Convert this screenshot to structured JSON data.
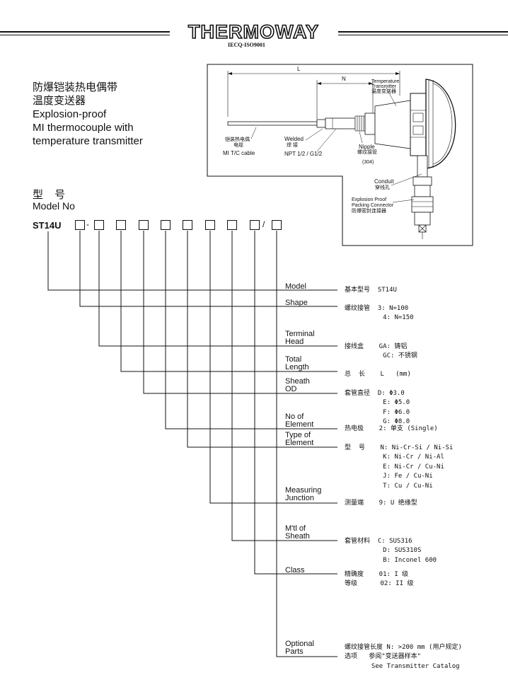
{
  "header": {
    "logo": "THERMOWAY",
    "cert": "IECQ-ISO9001"
  },
  "title": {
    "cn_line1": "防爆铠装热电偶带",
    "cn_line2": "温度变送器",
    "en_line1": "Explosion-proof",
    "en_line2": "MI thermocouple with",
    "en_line3": "temperature transmitter"
  },
  "diagram": {
    "dim_L": "L",
    "dim_N": "N",
    "transmitter_en1": "Temperature",
    "transmitter_en2": "Transmitter",
    "transmitter_cn": "温度变送器",
    "cable_cn1": "铠装热电偶",
    "cable_cn2": "电缆",
    "cable_en": "MI T/C cable",
    "welded_en": "Welded",
    "welded_cn": "焊 接",
    "thread_en": "NPT 1/2 / G1/2",
    "nipple_en": "Nipple",
    "nipple_cn": "螺纹接管",
    "nipple_mat": "(304)",
    "conduit_en": "Conduit",
    "conduit_cn": "穿线孔",
    "connector_en1": "Explosion Proof",
    "connector_en2": "Packing Connector",
    "connector_cn": "防爆密封连接器"
  },
  "model": {
    "title_cn": "型 号",
    "title_en": "Model No",
    "code": "ST14U",
    "sep_dash": "-",
    "sep_slash": "/"
  },
  "rows": [
    {
      "label1": "Model",
      "label2": "",
      "desc": "基本型号  ST14U"
    },
    {
      "label1": "Shape",
      "label2": "",
      "desc": "螺纹接管  3: N=100\n          4: N=150"
    },
    {
      "label1": "Terminal",
      "label2": "Head",
      "desc": "接线盒    GA: 铸铝\n          GC: 不锈钢"
    },
    {
      "label1": "Total",
      "label2": "Length",
      "desc": "总  长    L   (mm)"
    },
    {
      "label1": "Sheath",
      "label2": "OD",
      "desc": "套管直径  D: Φ3.0\n          E: Φ5.0\n          F: Φ6.0\n          G: Φ8.0"
    },
    {
      "label1": "No of",
      "label2": "Element",
      "desc": "热电极    2: 单支 (Single)"
    },
    {
      "label1": "Type of",
      "label2": "Element",
      "desc": "型  号    N: Ni-Cr-Si / Ni-Si\n          K: Ni-Cr / Ni-Al\n          E: Ni-Cr / Cu-Ni\n          J: Fe / Cu-Ni\n          T: Cu / Cu-Ni"
    },
    {
      "label1": "Measuring",
      "label2": "Junction",
      "desc": "测量端    9: U 绝缘型"
    },
    {
      "label1": "M'tl of",
      "label2": "Sheath",
      "desc": "套管材料  C: SUS316\n          D: SUS310S\n          B: Inconel 600"
    },
    {
      "label1": "Class",
      "label2": "",
      "desc": "精确度    01: I 级\n等级      02: II 级"
    },
    {
      "label1": "Optional",
      "label2": "Parts",
      "desc": "螺纹接管长度 N: >200 mm (用户规定)\n选项   参阅\"变送器样本\"\n       See Transmitter Catalog"
    }
  ]
}
